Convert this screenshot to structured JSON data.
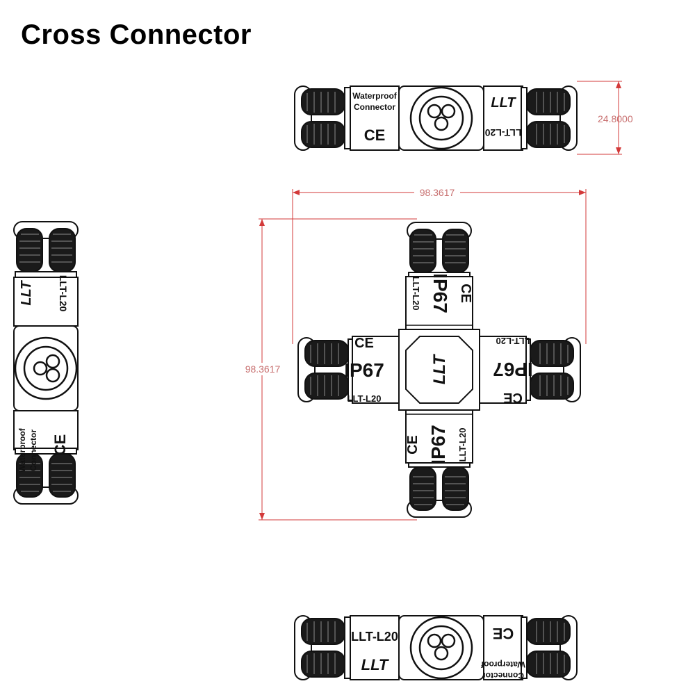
{
  "title": "Cross Connector",
  "labels": {
    "waterproof_line1": "Waterproof",
    "waterproof_line2": "Connector",
    "model": "LLT-L20",
    "brand": "LLT",
    "ip_rating": "IP67",
    "ce_mark": "CE"
  },
  "dimensions": {
    "height": "24.8000",
    "width": "98.3617",
    "length": "98.3617"
  },
  "colors": {
    "dimension_line": "#d33a3a",
    "dimension_text": "#c87070",
    "outline": "#111111",
    "dark_grip": "#1a1a1a"
  }
}
